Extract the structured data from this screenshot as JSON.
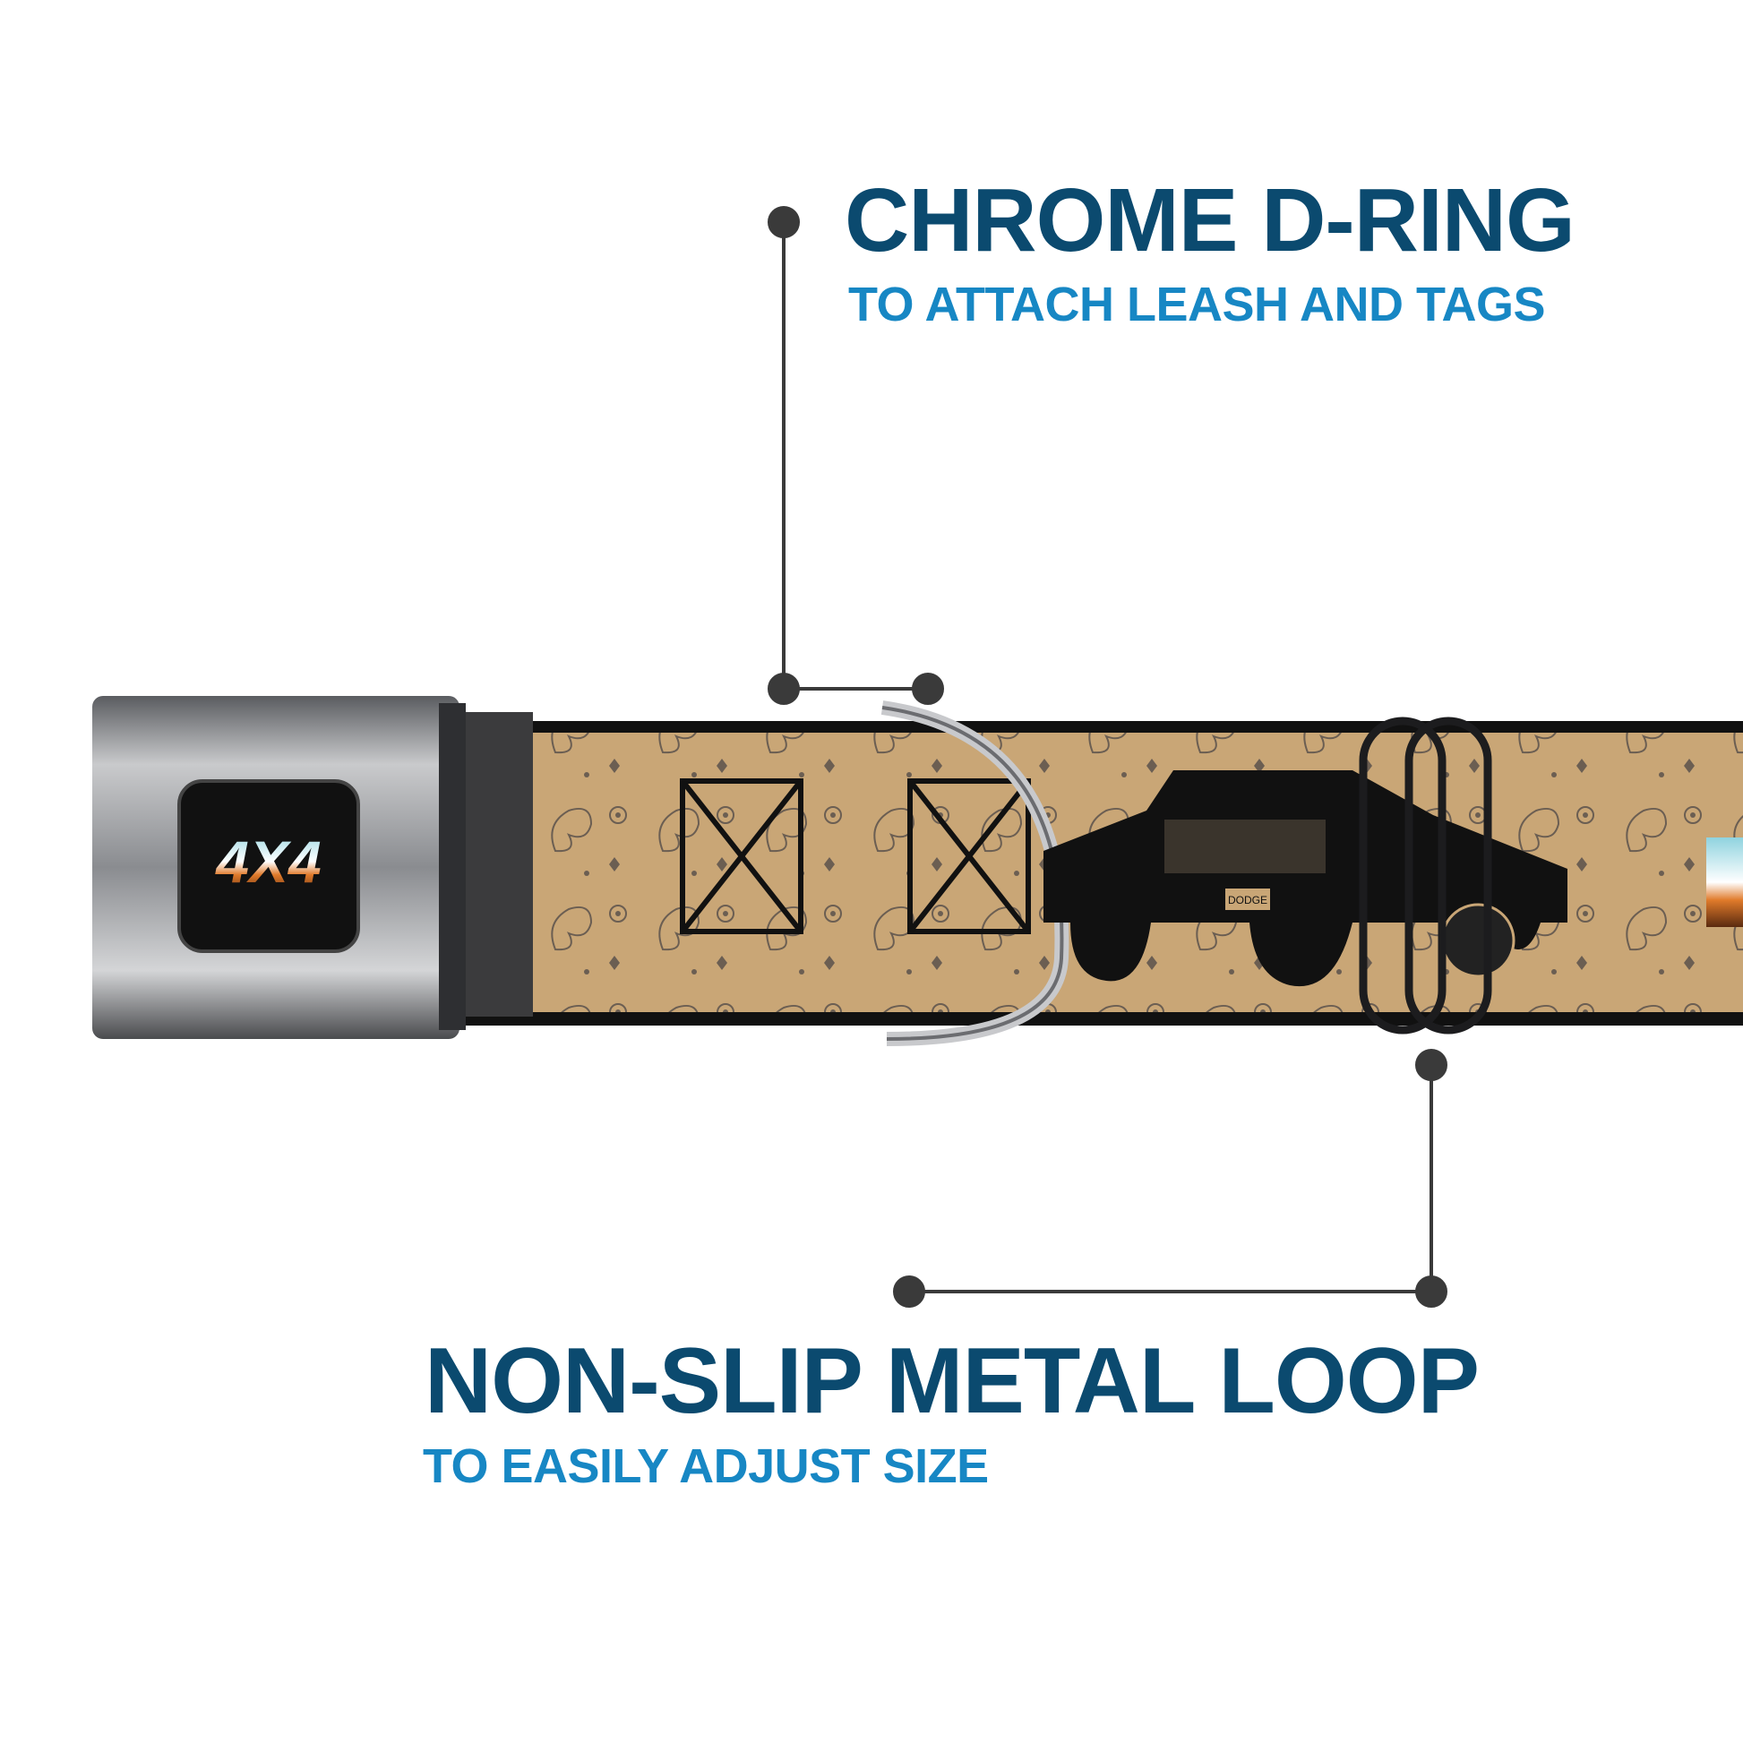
{
  "callouts": [
    {
      "title": "CHROME D-RING",
      "subtitle": "TO ATTACH LEASH AND TAGS"
    },
    {
      "title": "NON-SLIP METAL LOOP",
      "subtitle": "TO EASILY ADJUST SIZE"
    }
  ],
  "product": {
    "buckle_logo": "4X4",
    "plate_text": "DODGE"
  },
  "colors": {
    "title": "#0b4a6f",
    "subtitle": "#1787c4",
    "strap": "#c9a676",
    "pattern": "#6b5e52",
    "leader_line": "#3a3a3a"
  }
}
